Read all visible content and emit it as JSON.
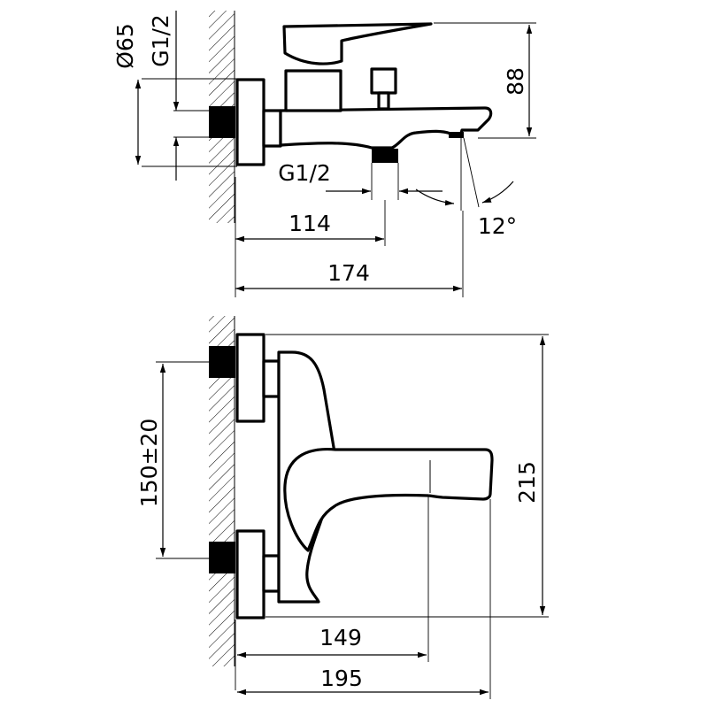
{
  "drawing": {
    "side_view": {
      "diameter_label": "Ø65",
      "wall_thread_label": "G1/2",
      "spout_height_label": "88",
      "outlet_thread_label": "G1/2",
      "angle_label": "12°",
      "outlet_distance_label": "114",
      "spout_length_label": "174"
    },
    "front_view": {
      "height_label": "215",
      "spacing_label": "150±20",
      "handle_length_label": "149",
      "overall_length_label": "195"
    },
    "colors": {
      "line": "#000000",
      "background": "#ffffff"
    }
  }
}
